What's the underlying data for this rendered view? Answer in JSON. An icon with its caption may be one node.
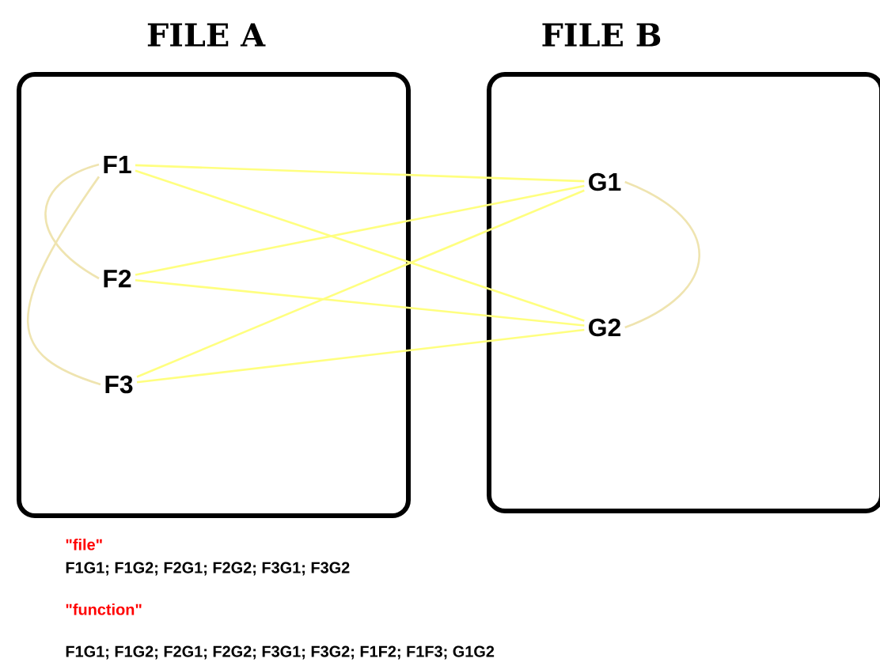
{
  "diagram": {
    "nodes": [
      {
        "text": [
          "FILE A"
        ]
      },
      {
        "text": [
          "FILE B"
        ]
      },
      {
        "text": [
          "F1"
        ],
        "in": 0
      },
      {
        "text": [
          "F2"
        ],
        "in": 0
      },
      {
        "text": [
          "F3"
        ],
        "in": 0
      },
      {
        "text": [
          "G1"
        ],
        "in": 1
      },
      {
        "text": [
          "G2"
        ],
        "in": 1
      }
    ],
    "edges": [
      {
        "from": 2,
        "to": 5,
        "arrow": "none"
      },
      {
        "from": 2,
        "to": 6,
        "arrow": "none"
      },
      {
        "from": 3,
        "to": 5,
        "arrow": "none"
      },
      {
        "from": 3,
        "to": 6,
        "arrow": "none"
      },
      {
        "from": 4,
        "to": 5,
        "arrow": "none"
      },
      {
        "from": 4,
        "to": 6,
        "arrow": "none"
      },
      {
        "from": 2,
        "to": 3,
        "arrow": "none",
        "color": "#efe4b0"
      },
      {
        "from": 2,
        "to": 4,
        "arrow": "none",
        "color": "#efe4b0"
      },
      {
        "from": 5,
        "to": 6,
        "arrow": "none",
        "color": "#efe4b0"
      }
    ],
    "labels": [
      "\"file\"",
      "F1G1; F1G2; F2G1; F2G2; F3G1; F3G2",
      "\"function\"",
      "F1G1; F1G2; F2G1; F2G2; F3G1; F3G2; F1F2; F1F3; G1G2"
    ]
  }
}
